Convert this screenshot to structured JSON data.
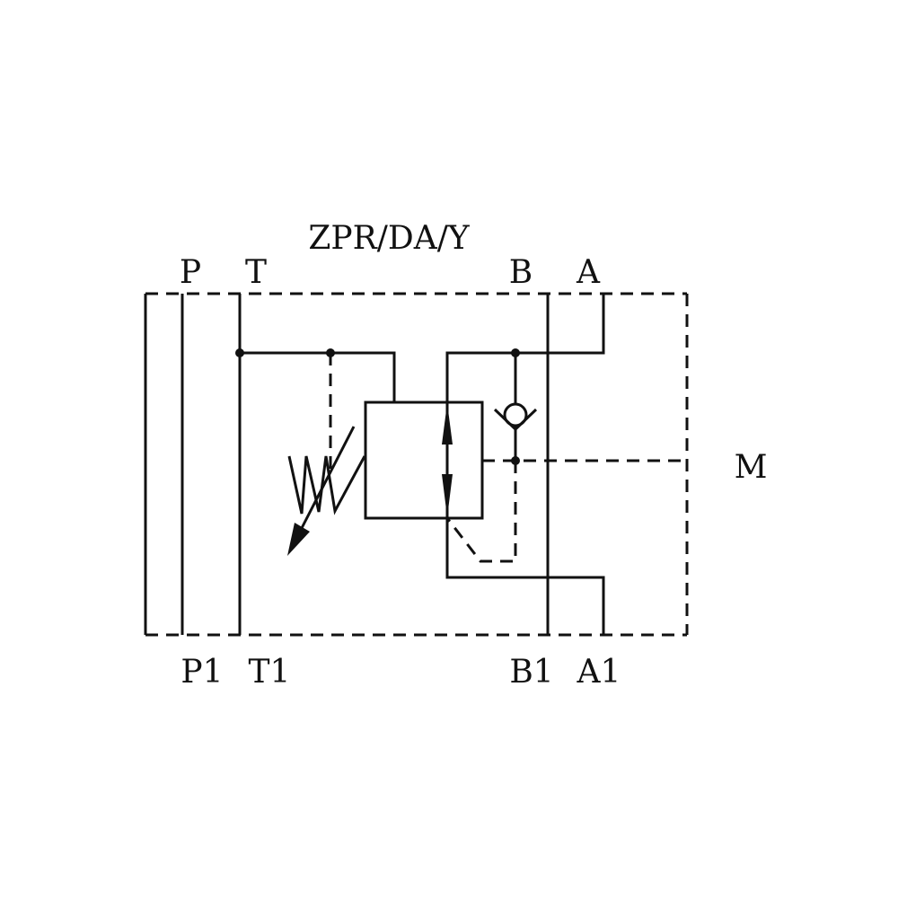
{
  "title": "ZPR/DA/Y",
  "ports": {
    "p": "P",
    "t": "T",
    "b": "B",
    "a": "A",
    "p1": "P1",
    "t1": "T1",
    "b1": "B1",
    "a1": "A1",
    "m": "M"
  }
}
